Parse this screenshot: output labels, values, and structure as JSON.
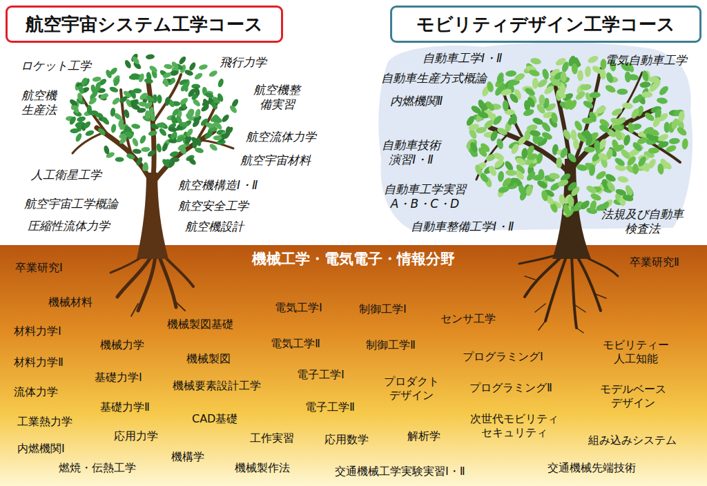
{
  "diagram": {
    "nodes": [
      {
        "text": [
          "航空宇宙システム工学コース"
        ]
      },
      {
        "text": [
          "モビリティデザイン工学コース"
        ]
      },
      {
        "text": [
          "機械工学・電気電子・情報分野"
        ]
      }
    ],
    "labels": [
      "ロケット工学",
      "飛行力学",
      "航空機 生産法",
      "航空機整 備実習",
      "航空流体力学",
      "航空宇宙材料",
      "人工衛星工学",
      "航空機構造Ⅰ・Ⅱ",
      "航空宇宙工学概論",
      "航空安全工学",
      "圧縮性流体力学",
      "航空機設計",
      "自動車工学Ⅰ・Ⅱ",
      "電気自動車工学",
      "自動車生産方式概論",
      "内燃機関Ⅱ",
      "自動車技術 演習Ⅰ・Ⅱ",
      "自動車工学実習 A・B・C・D",
      "自動車整備工学Ⅰ・Ⅱ",
      "法規及び自動車 検査法",
      "卒業研究Ⅰ",
      "卒業研究Ⅱ",
      "機械材料",
      "電気工学Ⅰ",
      "制御工学Ⅰ",
      "センサ工学",
      "材料力学Ⅰ",
      "機械製図基礎",
      "機械力学",
      "電気工学Ⅱ",
      "制御工学Ⅱ",
      "モビリティー 人工知能",
      "材料力学Ⅱ",
      "機械製図",
      "プログラミングⅠ",
      "基礎力学Ⅰ",
      "電子工学Ⅰ",
      "機械要素設計工学",
      "プロダクト デザイン",
      "プログラミングⅡ",
      "流体力学",
      "モデルベース デザイン",
      "基礎力学Ⅱ",
      "電子工学Ⅱ",
      "CAD基礎",
      "次世代モビリティ セキュリティ",
      "工業熱力学",
      "解析学",
      "応用力学",
      "工作実習",
      "応用数学",
      "組み込みシステム",
      "内燃機関Ⅰ",
      "機構学",
      "燃焼・伝熱工学",
      "機械製作法",
      "交通機械工学実験実習Ⅰ・Ⅱ",
      "交通機械先端技術"
    ]
  }
}
